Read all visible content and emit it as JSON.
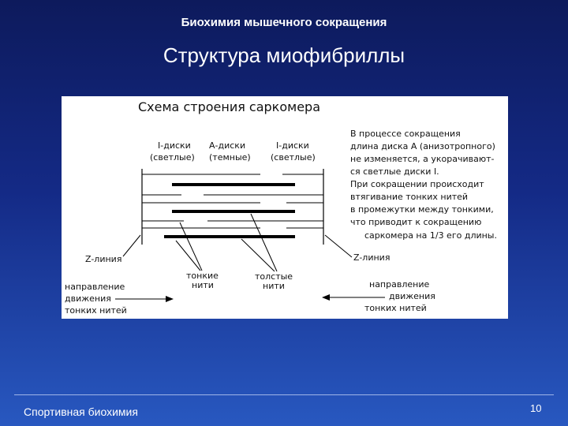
{
  "slide": {
    "header": "Биохимия мышечного сокращения",
    "title": "Структура миофибриллы",
    "footer": "Спортивная биохимия",
    "page_number": "10"
  },
  "diagram": {
    "heading": "Схема строения саркомера",
    "i_disk_left_1": "I-диски",
    "i_disk_left_2": "(светлые)",
    "a_disk_1": "А-диски",
    "a_disk_2": "(темные)",
    "i_disk_right_1": "I-диски",
    "i_disk_right_2": "(светлые)",
    "z_line_left": "Z-линия",
    "z_line_right": "Z-линия",
    "thin_1": "тонкие",
    "thin_2": "нити",
    "thick_1": "толстые",
    "thick_2": "нити",
    "dir_left_1": "направление",
    "dir_left_2": "движения",
    "dir_left_3": "тонких нитей",
    "dir_right_1": "направление",
    "dir_right_2": "движения",
    "dir_right_3": "тонких нитей",
    "note_lines": [
      "В процессе сокращения",
      "длина диска А (анизотропного)",
      "не изменяется, а укорачивают-",
      "ся светлые диски I.",
      "При сокращении происходит",
      "втягивание тонких нитей",
      "в промежутки между тонкими,",
      "что приводит к сокращению",
      "саркомера на 1/3 его длины."
    ]
  }
}
